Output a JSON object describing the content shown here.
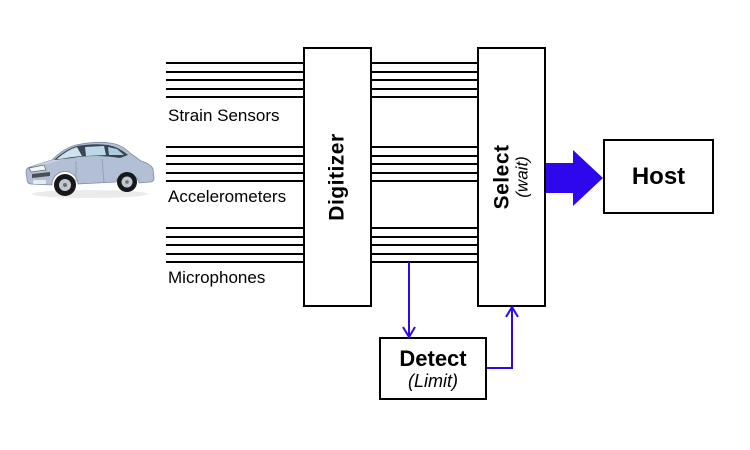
{
  "diagram": {
    "colors": {
      "accent": "#2e07ec",
      "wire": "#000000",
      "background": "#ffffff",
      "box_border": "#000000",
      "car_body": "#b2bfd4"
    },
    "car": {
      "icon": "sedan-car-image"
    },
    "sensor_groups": [
      {
        "label": "Strain Sensors",
        "lines": 5
      },
      {
        "label": "Accelerometers",
        "lines": 5
      },
      {
        "label": "Microphones",
        "lines": 5
      }
    ],
    "blocks": {
      "digitizer": {
        "label": "Digitizer"
      },
      "select": {
        "label": "Select",
        "sublabel": "(wait)"
      },
      "detect": {
        "label": "Detect",
        "sublabel": "(Limit)"
      },
      "host": {
        "label": "Host"
      }
    }
  }
}
